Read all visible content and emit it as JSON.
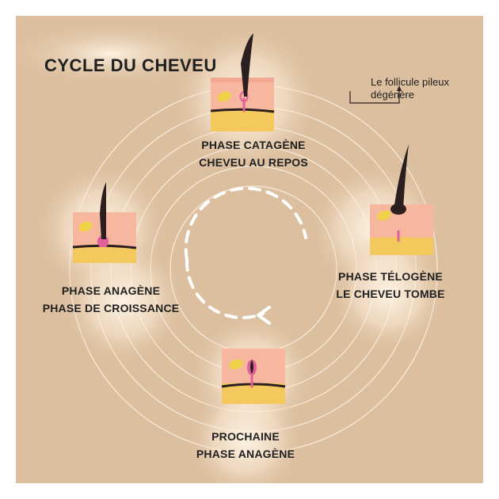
{
  "title": "CYCLE DU CHEVEU",
  "annotation": {
    "line1": "Le follicule pileux",
    "line2": "dégénère"
  },
  "phases": {
    "catagene": {
      "line1": "PHASE CATAGÈNE",
      "line2": "CHEVEU AU REPOS"
    },
    "telogene": {
      "line1": "PHASE TÉLOGÈNE",
      "line2": "LE CHEVEU TOMBE"
    },
    "next_anagene": {
      "line1": "PROCHAINE",
      "line2": "PHASE ANAGÈNE"
    },
    "anagene": {
      "line1": "PHASE ANAGÈNE",
      "line2": "PHASE DE CROISSANCE"
    }
  },
  "colors": {
    "background": "#dcbf9f",
    "skin_top": "#f6b79e",
    "skin_fat": "#f3c85c",
    "hair": "#2b1f1f",
    "follicle": "#e0609a",
    "gland": "#f0d24a"
  }
}
